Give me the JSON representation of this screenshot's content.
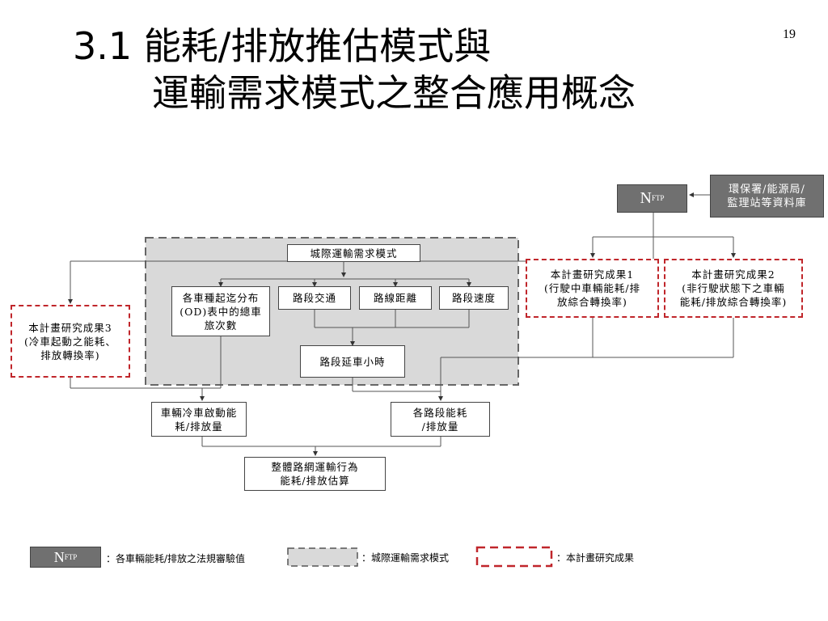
{
  "title": {
    "line1": "3.1 能耗/排放推估模式與",
    "line2": "運輸需求模式之整合應用概念"
  },
  "page_number": "19",
  "diagram": {
    "nftp": {
      "main": "N",
      "sub": "FTP"
    },
    "database": "環保署/能源局/\n監理站等資料庫",
    "demand_model": "城際運輸需求模式",
    "od_table": "各車種起迄分布\n(OD)表中的總車\n旅次數",
    "road_traffic": "路段交通",
    "route_distance": "路線距離",
    "road_speed": "路段速度",
    "delay_hours": "路段延車小時",
    "result1": "本計畫研究成果1\n(行駛中車輛能耗/排\n放綜合轉換率)",
    "result2": "本計畫研究成果2\n(非行駛狀態下之車輛\n能耗/排放綜合轉換率)",
    "result3": "本計畫研究成果3\n(冷車起動之能耗、\n排放轉換率)",
    "cold_start": "車輛冷車啟動能\n耗/排放量",
    "segment_energy": "各路段能耗\n/排放量",
    "network_estimate": "整體路網運輸行為\n能耗/排放估算"
  },
  "legend": {
    "nftp_desc": "：各車輛能耗/排放之法規審驗值",
    "demand_desc": "：城際運輸需求模式",
    "result_desc": "：本計畫研究成果"
  }
}
